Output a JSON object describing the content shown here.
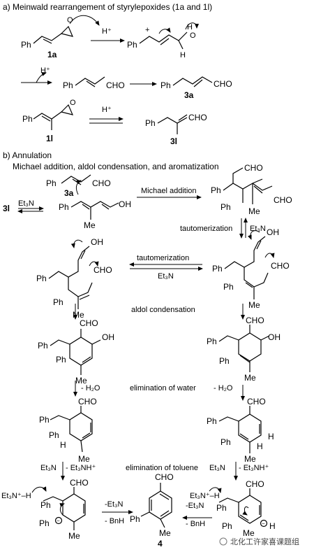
{
  "sections": {
    "a_title": "a) Meinwald rearrangement of styrylepoxides (1a and 1l)",
    "b_title": "b) Annulation",
    "b_subtitle": "Michael addition, aldol condensation, and aromatization"
  },
  "compounds": {
    "c1a": "1a",
    "c3a": "3a",
    "c1l": "1l",
    "c3l": "3l",
    "c3a_b": "3a",
    "c3l_b": "3l",
    "c4": "4"
  },
  "groups": {
    "ph": "Ph",
    "cho": "CHO",
    "oh": "OH",
    "me": "Me",
    "h": "H",
    "o": "O",
    "hplus": "H⁺",
    "et3n": "Et₃N",
    "et3nh_plus": "- Et₃NH⁺",
    "h2o": "- H₂O",
    "et3n_minus": "-Et₃N",
    "bnh": "- BnH",
    "et3nplus_h": "Et₃N⁺–H"
  },
  "steps": {
    "michael": "Michael addition",
    "tautomerization": "tautomerization",
    "aldol": "aldol condensation",
    "elimination_water": "elimination of water",
    "elimination_toluene": "elimination of toluene"
  },
  "watermark": "北化工许家喜课题组"
}
